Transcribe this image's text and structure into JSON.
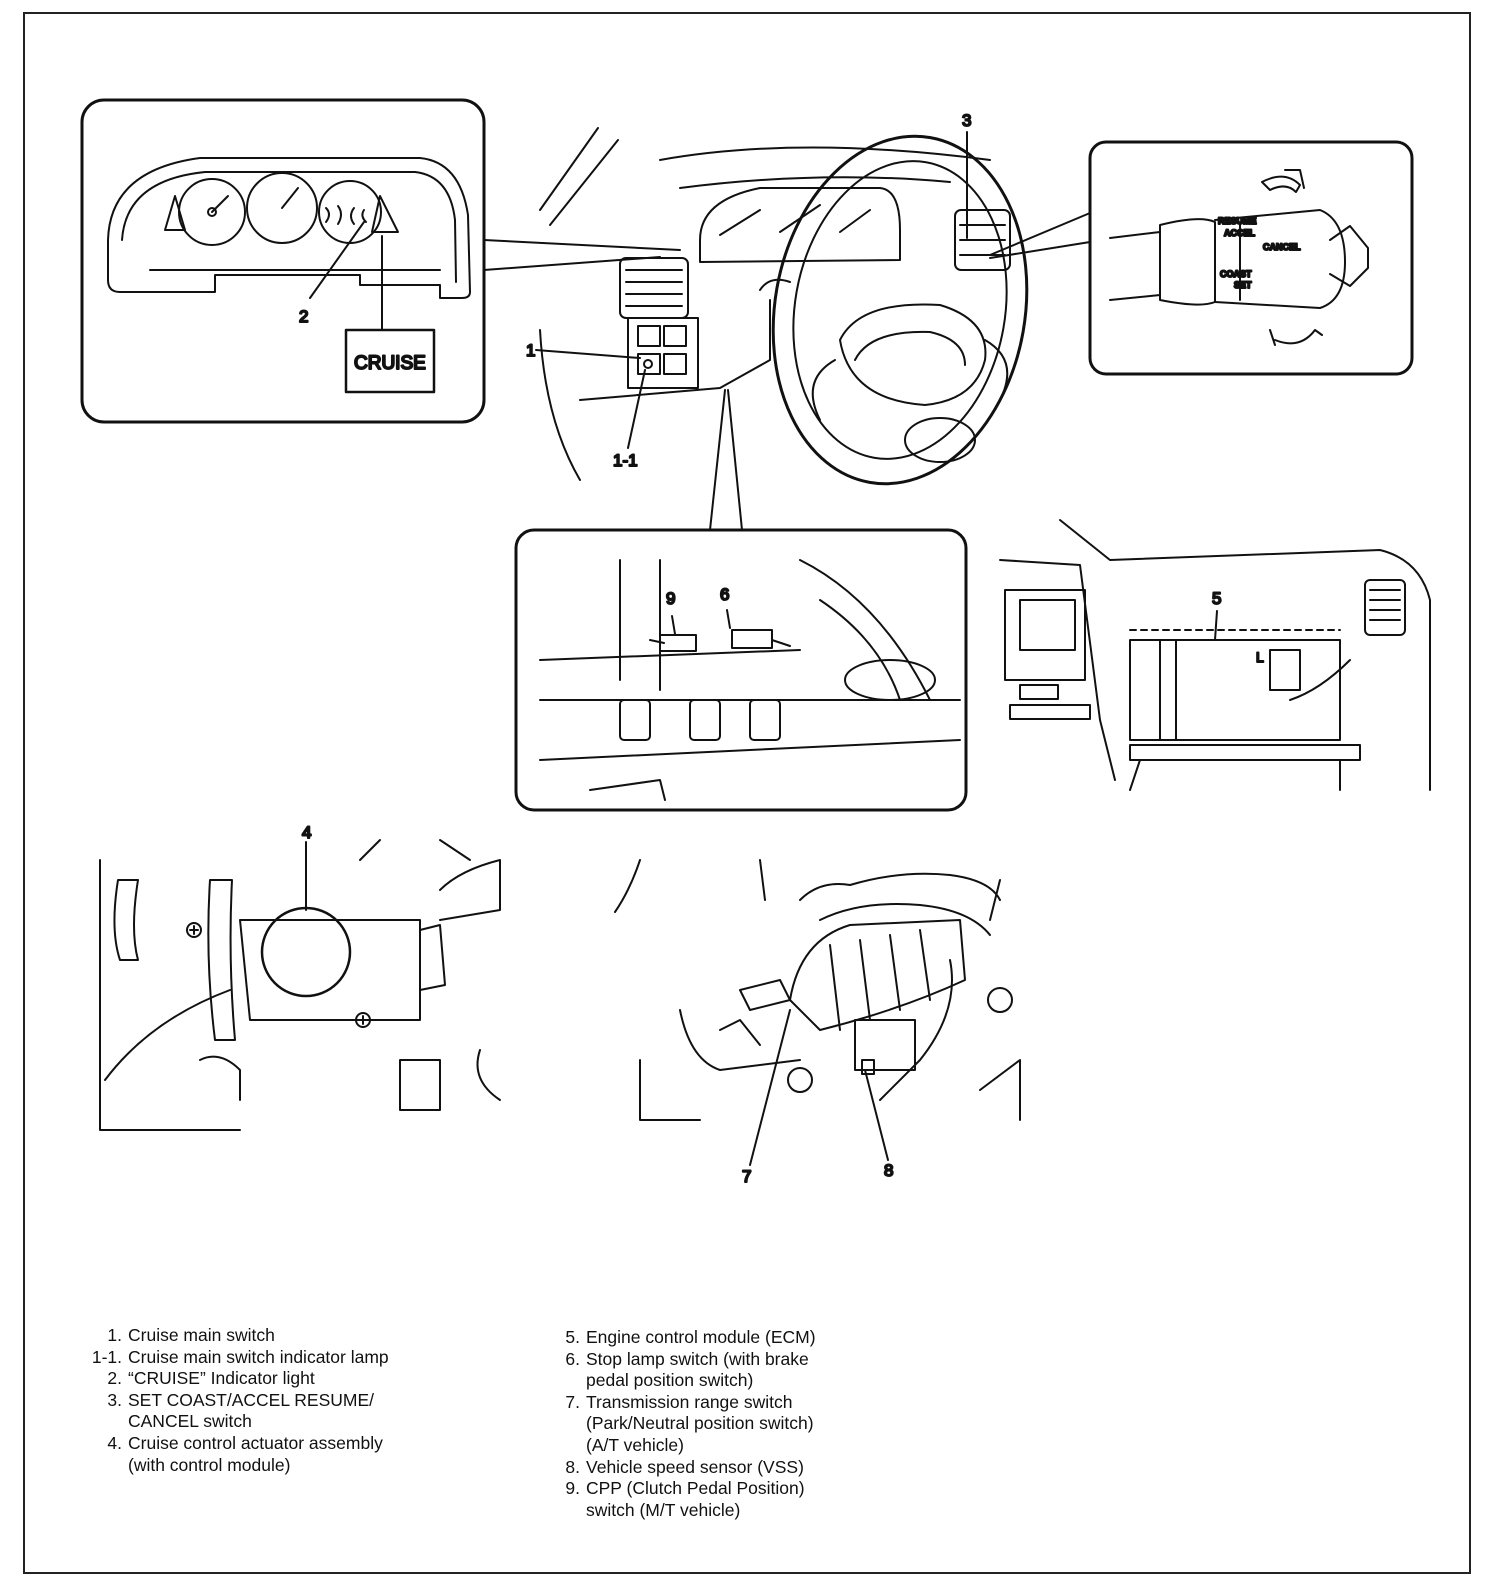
{
  "callouts": {
    "c1": "1",
    "c1_1": "1-1",
    "c2": "2",
    "c3": "3",
    "c4": "4",
    "c5": "5",
    "c6": "6",
    "c7": "7",
    "c8": "8",
    "c9": "9"
  },
  "panel_labels": {
    "cruise_indicator": "CRUISE",
    "stalk_resume": "RESUME",
    "stalk_accel": "ACCEL",
    "stalk_cancel": "CANCEL",
    "stalk_coast": "COAST",
    "stalk_set": "SET",
    "ecm_l": "L"
  },
  "legend_left": [
    {
      "num": "1.",
      "lines": "Cruise main switch"
    },
    {
      "num": "1-1.",
      "lines": "Cruise main switch indicator lamp"
    },
    {
      "num": "2.",
      "lines": "“CRUISE” Indicator light"
    },
    {
      "num": "3.",
      "lines": "SET COAST/ACCEL RESUME/\nCANCEL switch"
    },
    {
      "num": "4.",
      "lines": "Cruise control actuator assembly\n(with control module)"
    }
  ],
  "legend_right": [
    {
      "num": "5.",
      "lines": "Engine control module (ECM)"
    },
    {
      "num": "6.",
      "lines": "Stop lamp switch (with brake\npedal position switch)"
    },
    {
      "num": "7.",
      "lines": "Transmission range switch\n(Park/Neutral position switch)\n(A/T vehicle)"
    },
    {
      "num": "8.",
      "lines": "Vehicle speed sensor (VSS)"
    },
    {
      "num": "9.",
      "lines": "CPP (Clutch Pedal Position)\nswitch (M/T vehicle)"
    }
  ]
}
